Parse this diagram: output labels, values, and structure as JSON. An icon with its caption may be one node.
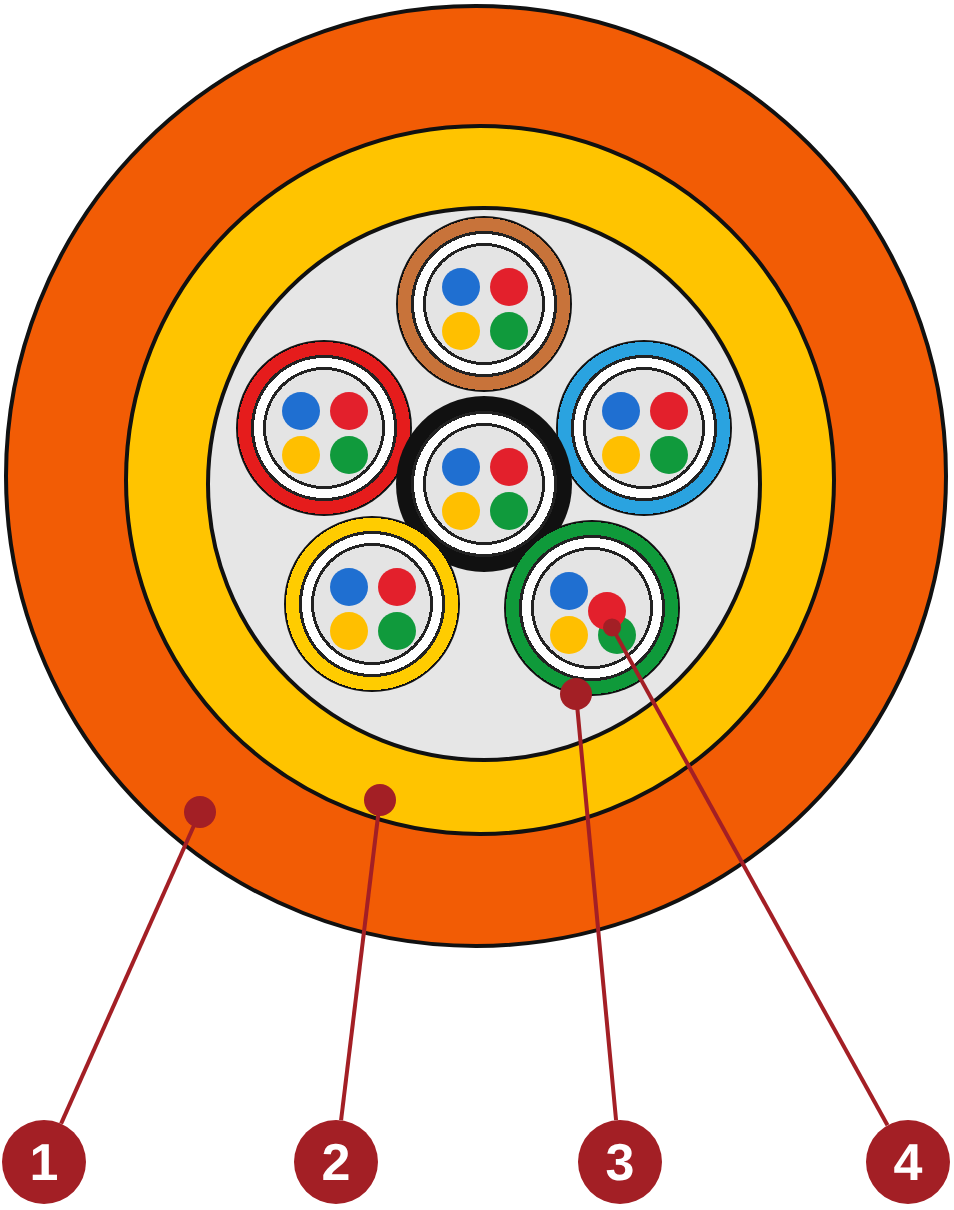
{
  "diagram": {
    "nodes": [
      {
        "text": [],
        "shape": "circle"
      },
      {
        "text": [],
        "shape": "circle",
        "in": 0
      },
      {
        "text": [],
        "shape": "circle",
        "in": 1
      },
      {
        "text": [],
        "shape": "circle",
        "in": 2
      },
      {
        "text": [
          "1"
        ]
      },
      {
        "text": [
          "2"
        ]
      },
      {
        "text": [
          "3"
        ]
      },
      {
        "text": [
          "4"
        ]
      },
      {
        "text": [],
        "shape": "circle",
        "in": 1
      },
      {
        "text": [],
        "shape": "circle",
        "in": 1
      },
      {
        "text": [],
        "shape": "circle",
        "in": 1
      },
      {
        "text": [],
        "shape": "circle",
        "in": 1
      },
      {
        "text": [],
        "shape": "circle",
        "in": 1
      }
    ],
    "edges": [
      {
        "from": 4,
        "to": 0,
        "arrow": "other"
      },
      {
        "from": 5,
        "to": 1,
        "arrow": "other"
      },
      {
        "from": 6,
        "to": 2,
        "arrow": "other"
      },
      {
        "from": 7,
        "to": 3,
        "arrow": "other"
      }
    ]
  }
}
